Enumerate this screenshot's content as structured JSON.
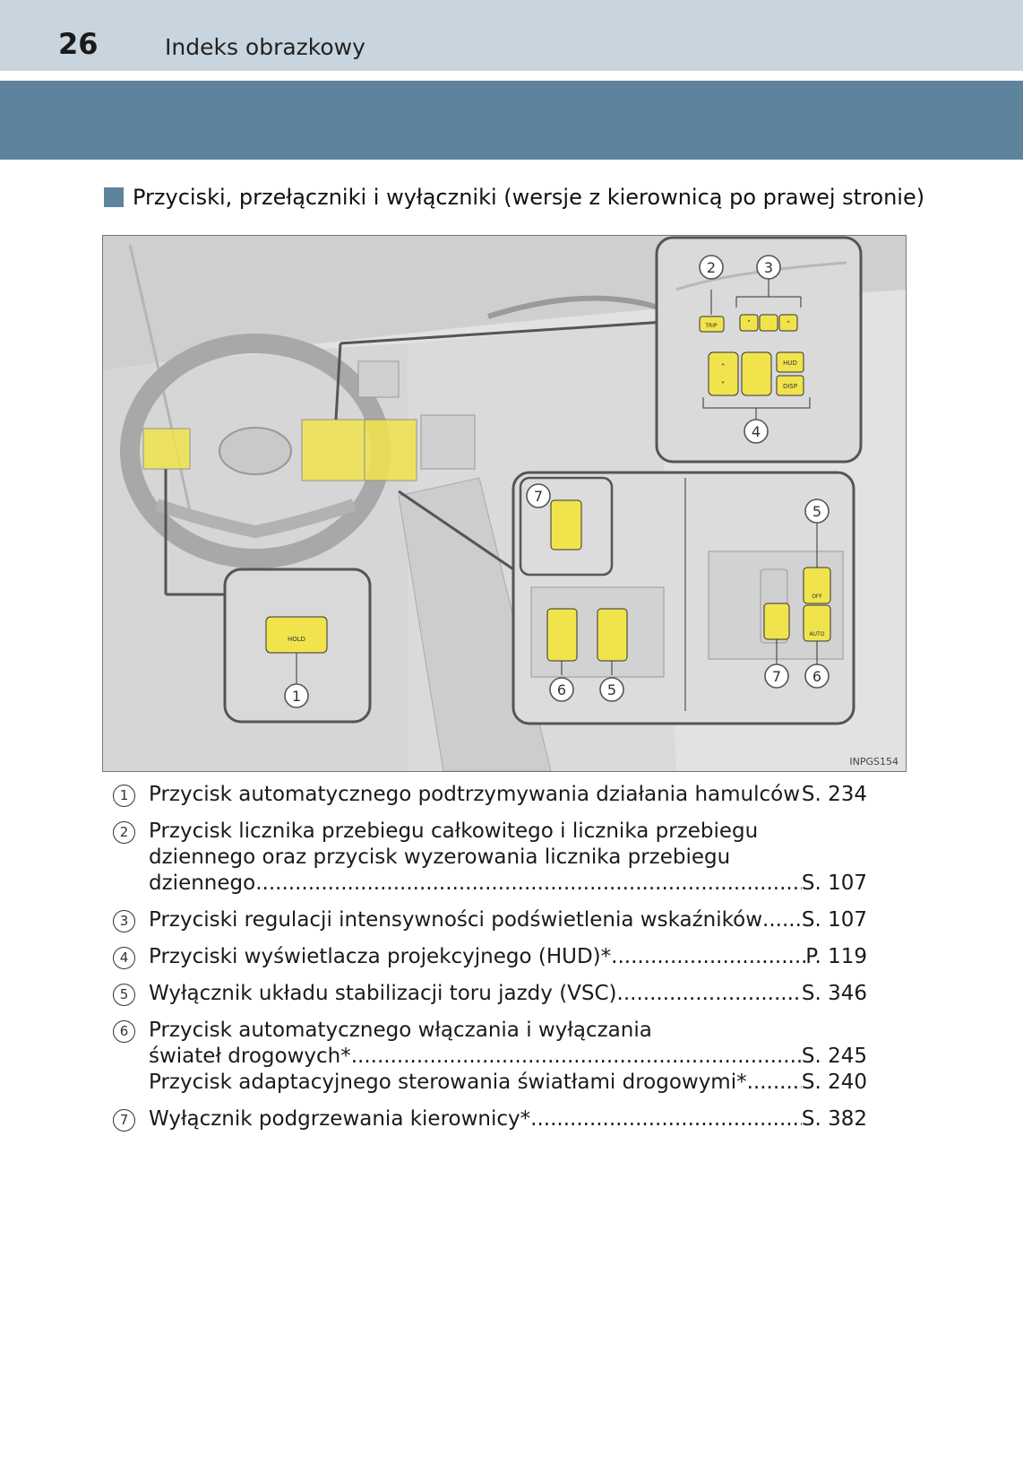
{
  "header": {
    "page_number": "26",
    "section": "Indeks obrazkowy"
  },
  "heading": "Przyciski, przełączniki i wyłączniki (wersje z kierownicą po prawej stronie)",
  "figure": {
    "code": "INPGS154",
    "callouts": [
      "1",
      "2",
      "3",
      "4",
      "5",
      "6",
      "7"
    ],
    "button_labels": {
      "hold": "HOLD",
      "trip": "TRIP",
      "hud": "HUD",
      "disp": "DISP",
      "auto": "AUTO",
      "off": "OFF"
    }
  },
  "items": [
    {
      "num": "1",
      "lines": [
        {
          "text": "Przycisk automatycznego podtrzymywania działania hamulców",
          "page": "S. 234"
        }
      ]
    },
    {
      "num": "2",
      "lines": [
        {
          "text": "Przycisk licznika przebiegu całkowitego i licznika przebiegu"
        },
        {
          "text": "dziennego oraz przycisk wyzerowania licznika przebiegu"
        },
        {
          "text": "dziennego",
          "page": "S. 107"
        }
      ]
    },
    {
      "num": "3",
      "lines": [
        {
          "text": "Przyciski regulacji intensywności podświetlenia wskaźników",
          "page": "S. 107"
        }
      ]
    },
    {
      "num": "4",
      "lines": [
        {
          "text": "Przyciski wyświetlacza projekcyjnego (HUD)*",
          "page": "P. 119"
        }
      ]
    },
    {
      "num": "5",
      "lines": [
        {
          "text": "Wyłącznik układu stabilizacji toru jazdy (VSC)",
          "page": "S. 346"
        }
      ]
    },
    {
      "num": "6",
      "lines": [
        {
          "text": "Przycisk automatycznego włączania i wyłączania"
        },
        {
          "text": "świateł drogowych*",
          "page": "S. 245"
        },
        {
          "text": "Przycisk adaptacyjnego sterowania światłami drogowymi*",
          "page": "S. 240"
        }
      ]
    },
    {
      "num": "7",
      "lines": [
        {
          "text": "Wyłącznik podgrzewania kierownicy*",
          "page": "S. 382"
        }
      ]
    }
  ]
}
